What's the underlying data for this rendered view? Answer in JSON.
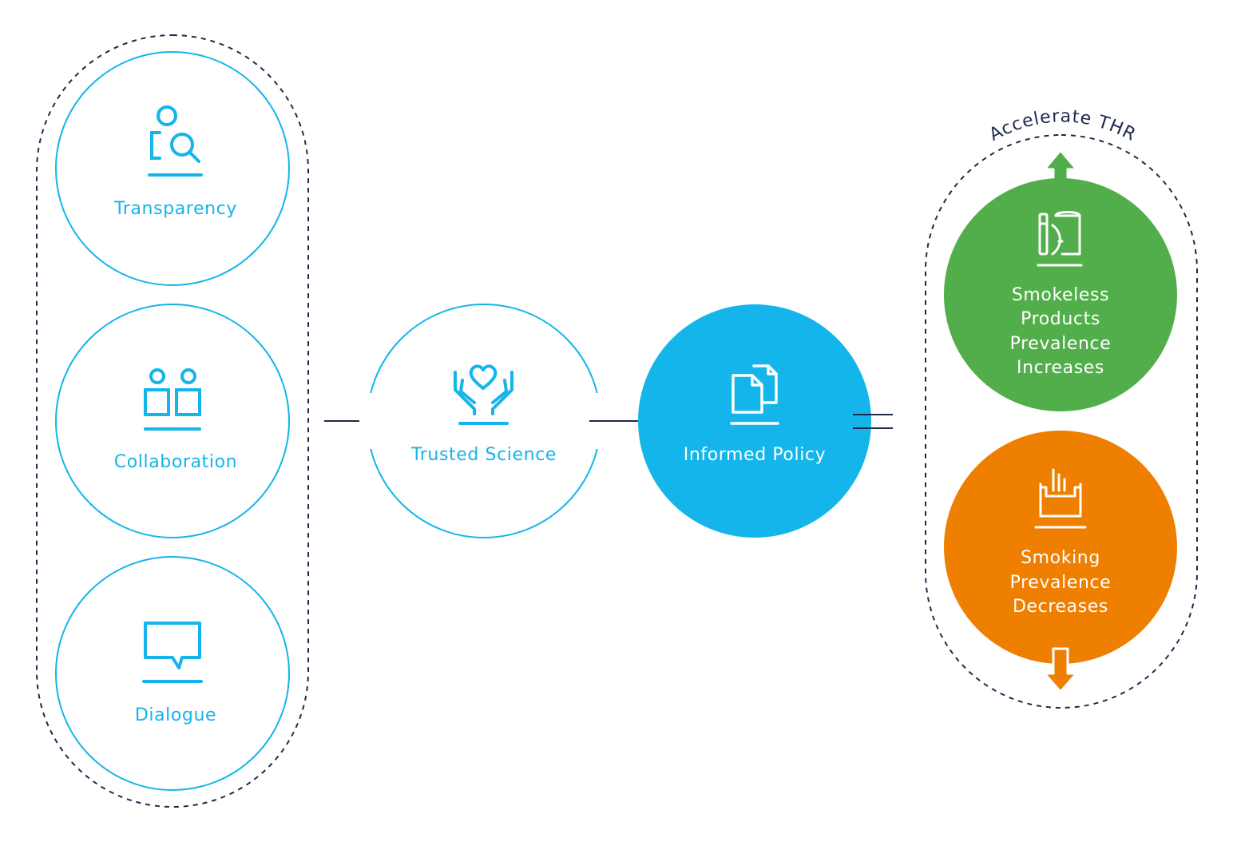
{
  "colors": {
    "cyan": "#13b5ea",
    "navy": "#1e2a4a",
    "green": "#52ae4a",
    "orange": "#ef7f00",
    "white": "#ffffff"
  },
  "pillars": [
    {
      "label": "Transparency",
      "icon": "person-search-icon"
    },
    {
      "label": "Collaboration",
      "icon": "two-people-icon"
    },
    {
      "label": "Dialogue",
      "icon": "speech-bubble-icon"
    }
  ],
  "trusted_science": {
    "label": "Trusted Science",
    "icon": "hands-heart-icon"
  },
  "informed_policy": {
    "label": "Informed Policy",
    "icon": "documents-icon"
  },
  "accelerate": {
    "label": "Accelerate THR"
  },
  "outcomes": {
    "smokeless": {
      "lines": [
        "Smokeless",
        "Products",
        "Prevalence",
        "Increases"
      ],
      "icon": "smokeless-products-icon",
      "arrow": "up-arrow-icon"
    },
    "smoking": {
      "lines": [
        "Smoking",
        "Prevalence",
        "Decreases"
      ],
      "icon": "cigarette-pack-icon",
      "arrow": "down-arrow-icon"
    }
  }
}
